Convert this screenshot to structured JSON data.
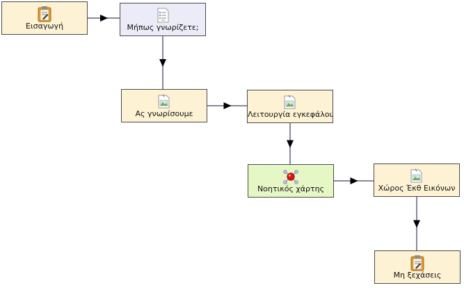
{
  "diagram": {
    "nodes": [
      {
        "id": "n1",
        "label": "Εισαγωγή",
        "kind": "default",
        "icon": "clipboard-icon"
      },
      {
        "id": "n2",
        "label": "Μήπως γνωρίζετε;",
        "kind": "quiz",
        "icon": "document-list-icon"
      },
      {
        "id": "n3",
        "label": "Ας γνωρίσουμε",
        "kind": "default",
        "icon": "image-page-icon"
      },
      {
        "id": "n4",
        "label": "Λειτουργία εγκεφάλου",
        "kind": "default",
        "icon": "image-page-icon"
      },
      {
        "id": "n5",
        "label": "Νοητικός χάρτης",
        "kind": "mindmap",
        "icon": "mindmap-molecule-icon"
      },
      {
        "id": "n6",
        "label": "Χώρος Έκθ Εικόνων",
        "kind": "default",
        "icon": "image-page-icon"
      },
      {
        "id": "n7",
        "label": "Μη ξεχάσεις",
        "kind": "default",
        "icon": "clipboard-icon"
      }
    ],
    "edges": [
      {
        "from": "n1",
        "to": "n2"
      },
      {
        "from": "n2",
        "to": "n3"
      },
      {
        "from": "n3",
        "to": "n4"
      },
      {
        "from": "n4",
        "to": "n5"
      },
      {
        "from": "n5",
        "to": "n6"
      },
      {
        "from": "n6",
        "to": "n7"
      }
    ],
    "colors": {
      "node_default": "#fdf2d3",
      "node_quiz": "#ecebf8",
      "node_mindmap": "#e6f7c6",
      "connector": "#8a879a",
      "arrow": "#000000"
    }
  }
}
